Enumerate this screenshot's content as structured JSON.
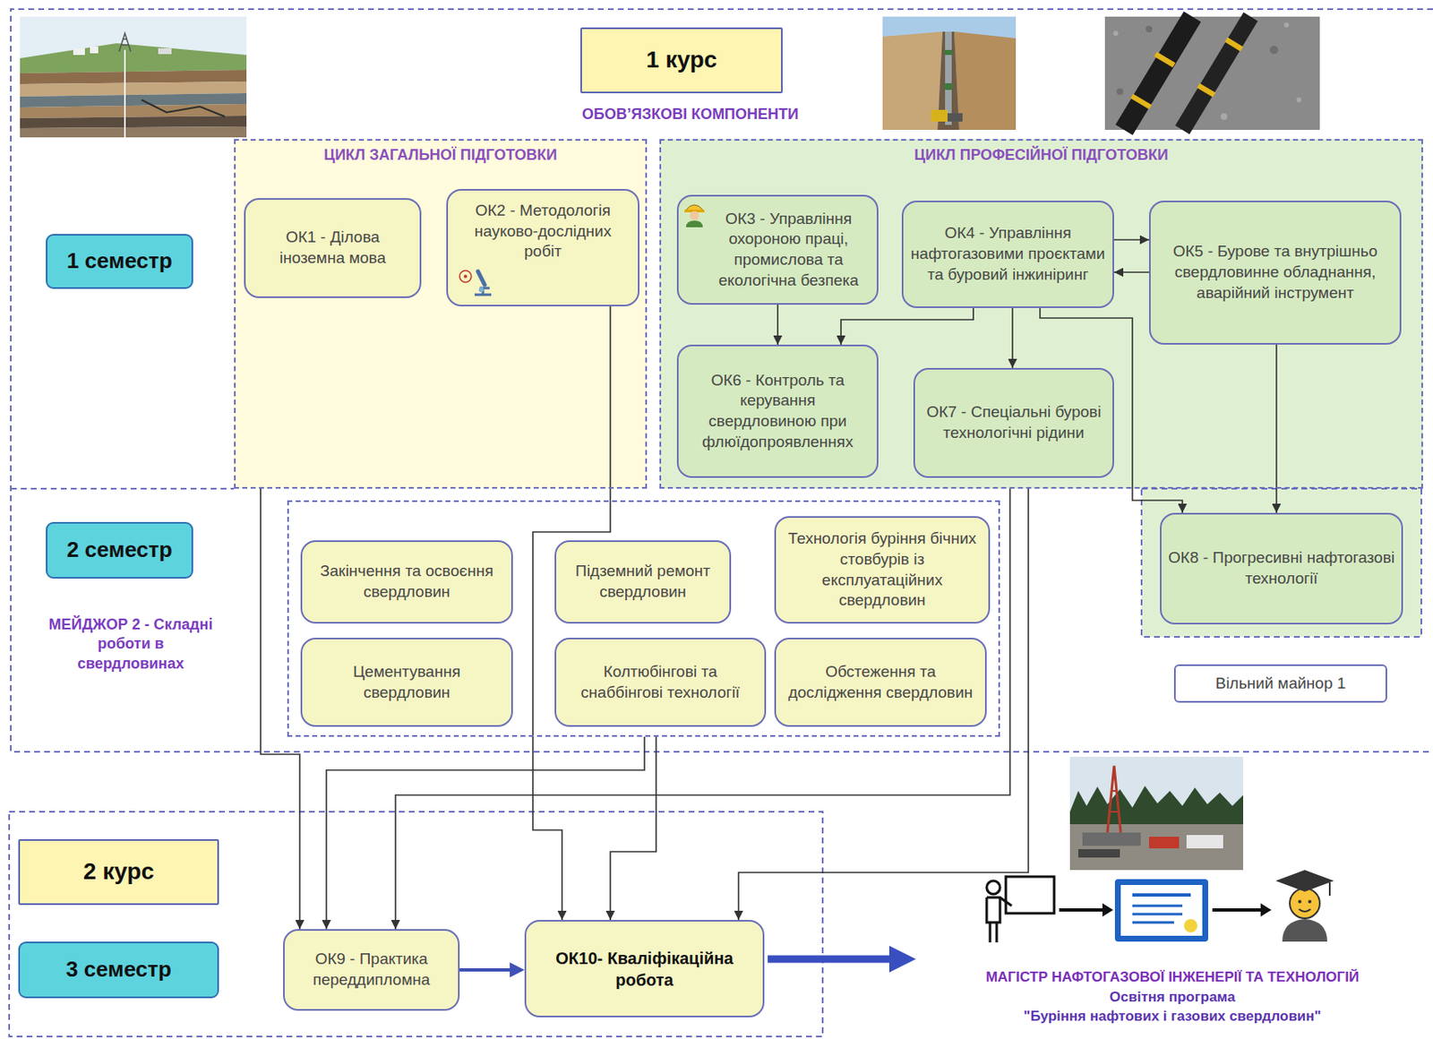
{
  "diagram": {
    "nodes": [
      {
        "text": [
          "1 курс"
        ]
      },
      {
        "text": [
          "ЦИКЛ ЗАГАЛЬНОЇ ПІДГОТОВКИ"
        ]
      },
      {
        "text": [
          "ОК1 - Ділова іноземна мова"
        ],
        "in": 1
      },
      {
        "text": [
          "ОК2 - Методологія науково-дослідних робіт"
        ],
        "in": 1
      },
      {
        "text": [
          "ЦИКЛ ПРОФЕСІЙНОЇ ПІДГОТОВКИ"
        ]
      },
      {
        "text": [
          "ОК3 - Управління охороною праці, промислова та екологічна безпека"
        ],
        "in": 4
      },
      {
        "text": [
          "ОК4 - Управління нафтогазовими проєктами та буровий інжиніринг"
        ],
        "in": 4
      },
      {
        "text": [
          "ОК5 - Бурове та внутрішньо свердловинне обладнання, аварійний інструмент"
        ],
        "in": 4
      },
      {
        "text": [
          "ОК6 - Контроль та керування свердловиною при флюїдопроявленнях"
        ],
        "in": 4
      },
      {
        "text": [
          "ОК7 - Спеціальні бурові технологічні рідини"
        ],
        "in": 4
      },
      {
        "text": [
          "1 семестр"
        ]
      },
      {
        "text": [
          "2 семестр"
        ]
      },
      {
        "text": [
          "МЕЙДЖОР 2 - Складні роботи в свердловинах"
        ]
      },
      {
        "text": [
          "Закінчення та освоєння свердловин"
        ],
        "in": 12
      },
      {
        "text": [
          "Підземний ремонт свердловин"
        ],
        "in": 12
      },
      {
        "text": [
          "Технологія буріння бічних стовбурів із експлуатаційних свердловин"
        ],
        "in": 12
      },
      {
        "text": [
          "Цементування свердловин"
        ],
        "in": 12
      },
      {
        "text": [
          "Колтюбінгові та снаббінгові технології"
        ],
        "in": 12
      },
      {
        "text": [
          "Обстеження та дослідження свердловин"
        ],
        "in": 12
      },
      {
        "text": [
          "ОК8 - Прогресивні нафтогазові технології"
        ]
      },
      {
        "text": [
          "Вільний майнор 1"
        ]
      },
      {
        "text": [
          "2 курс"
        ]
      },
      {
        "text": [
          "3 семестр"
        ]
      },
      {
        "text": [
          "ОК9 - Практика переддипломна"
        ]
      },
      {
        "text": [
          "ОК10- Кваліфікаційна робота"
        ]
      }
    ],
    "edges": [
      {
        "from": 6,
        "to": 7,
        "arrow": "to"
      },
      {
        "from": 7,
        "to": 6,
        "arrow": "to"
      },
      {
        "from": 5,
        "to": 8,
        "arrow": "to"
      },
      {
        "from": 6,
        "to": 8,
        "arrow": "to"
      },
      {
        "from": 6,
        "to": 9,
        "arrow": "to"
      },
      {
        "from": 6,
        "to": 19,
        "arrow": "to"
      },
      {
        "from": 7,
        "to": 19,
        "arrow": "to"
      },
      {
        "from": 3,
        "to": 24,
        "arrow": "to"
      },
      {
        "from": 1,
        "to": 23,
        "arrow": "to"
      },
      {
        "from": 12,
        "to": 23,
        "arrow": "to"
      },
      {
        "from": 12,
        "to": 24,
        "arrow": "to"
      },
      {
        "from": 4,
        "to": 23,
        "arrow": "to"
      },
      {
        "from": 4,
        "to": 24,
        "arrow": "to"
      },
      {
        "from": 23,
        "to": 24,
        "arrow": "to"
      }
    ],
    "labels": [
      "ОБОВ’ЯЗКОВІ КОМПОНЕНТИ",
      "МАГІСТР НАФТОГАЗОВОЇ ІНЖЕНЕРІЇ ТА ТЕХНОЛОГІЙ",
      "Освітня програма",
      "\"Буріння нафтових і газових свердловин\""
    ]
  }
}
